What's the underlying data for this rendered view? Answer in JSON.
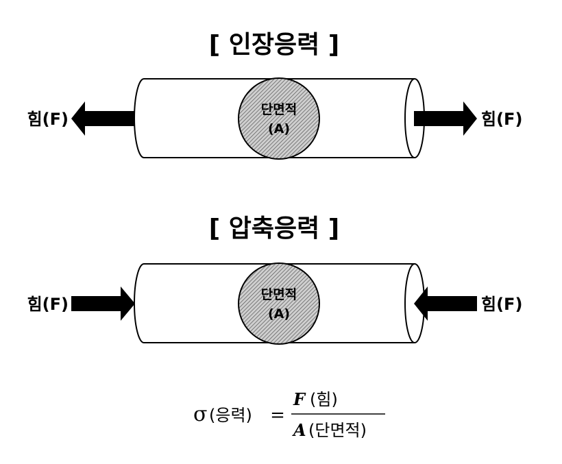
{
  "tension": {
    "title": "[ 인장응력 ]",
    "force_left": "힘(F)",
    "force_right": "힘(F)",
    "area_label": "단면적",
    "area_symbol": "(A)"
  },
  "compression": {
    "title": "[ 압축응력 ]",
    "force_left": "힘(F)",
    "force_right": "힘(F)",
    "area_label": "단면적",
    "area_symbol": "(A)"
  },
  "formula": {
    "sigma": "σ",
    "sigma_label": "(응력)",
    "equals": "=",
    "numerator_symbol": "F",
    "numerator_label": "(힘)",
    "denominator_symbol": "A",
    "denominator_label": "(단면적)"
  }
}
